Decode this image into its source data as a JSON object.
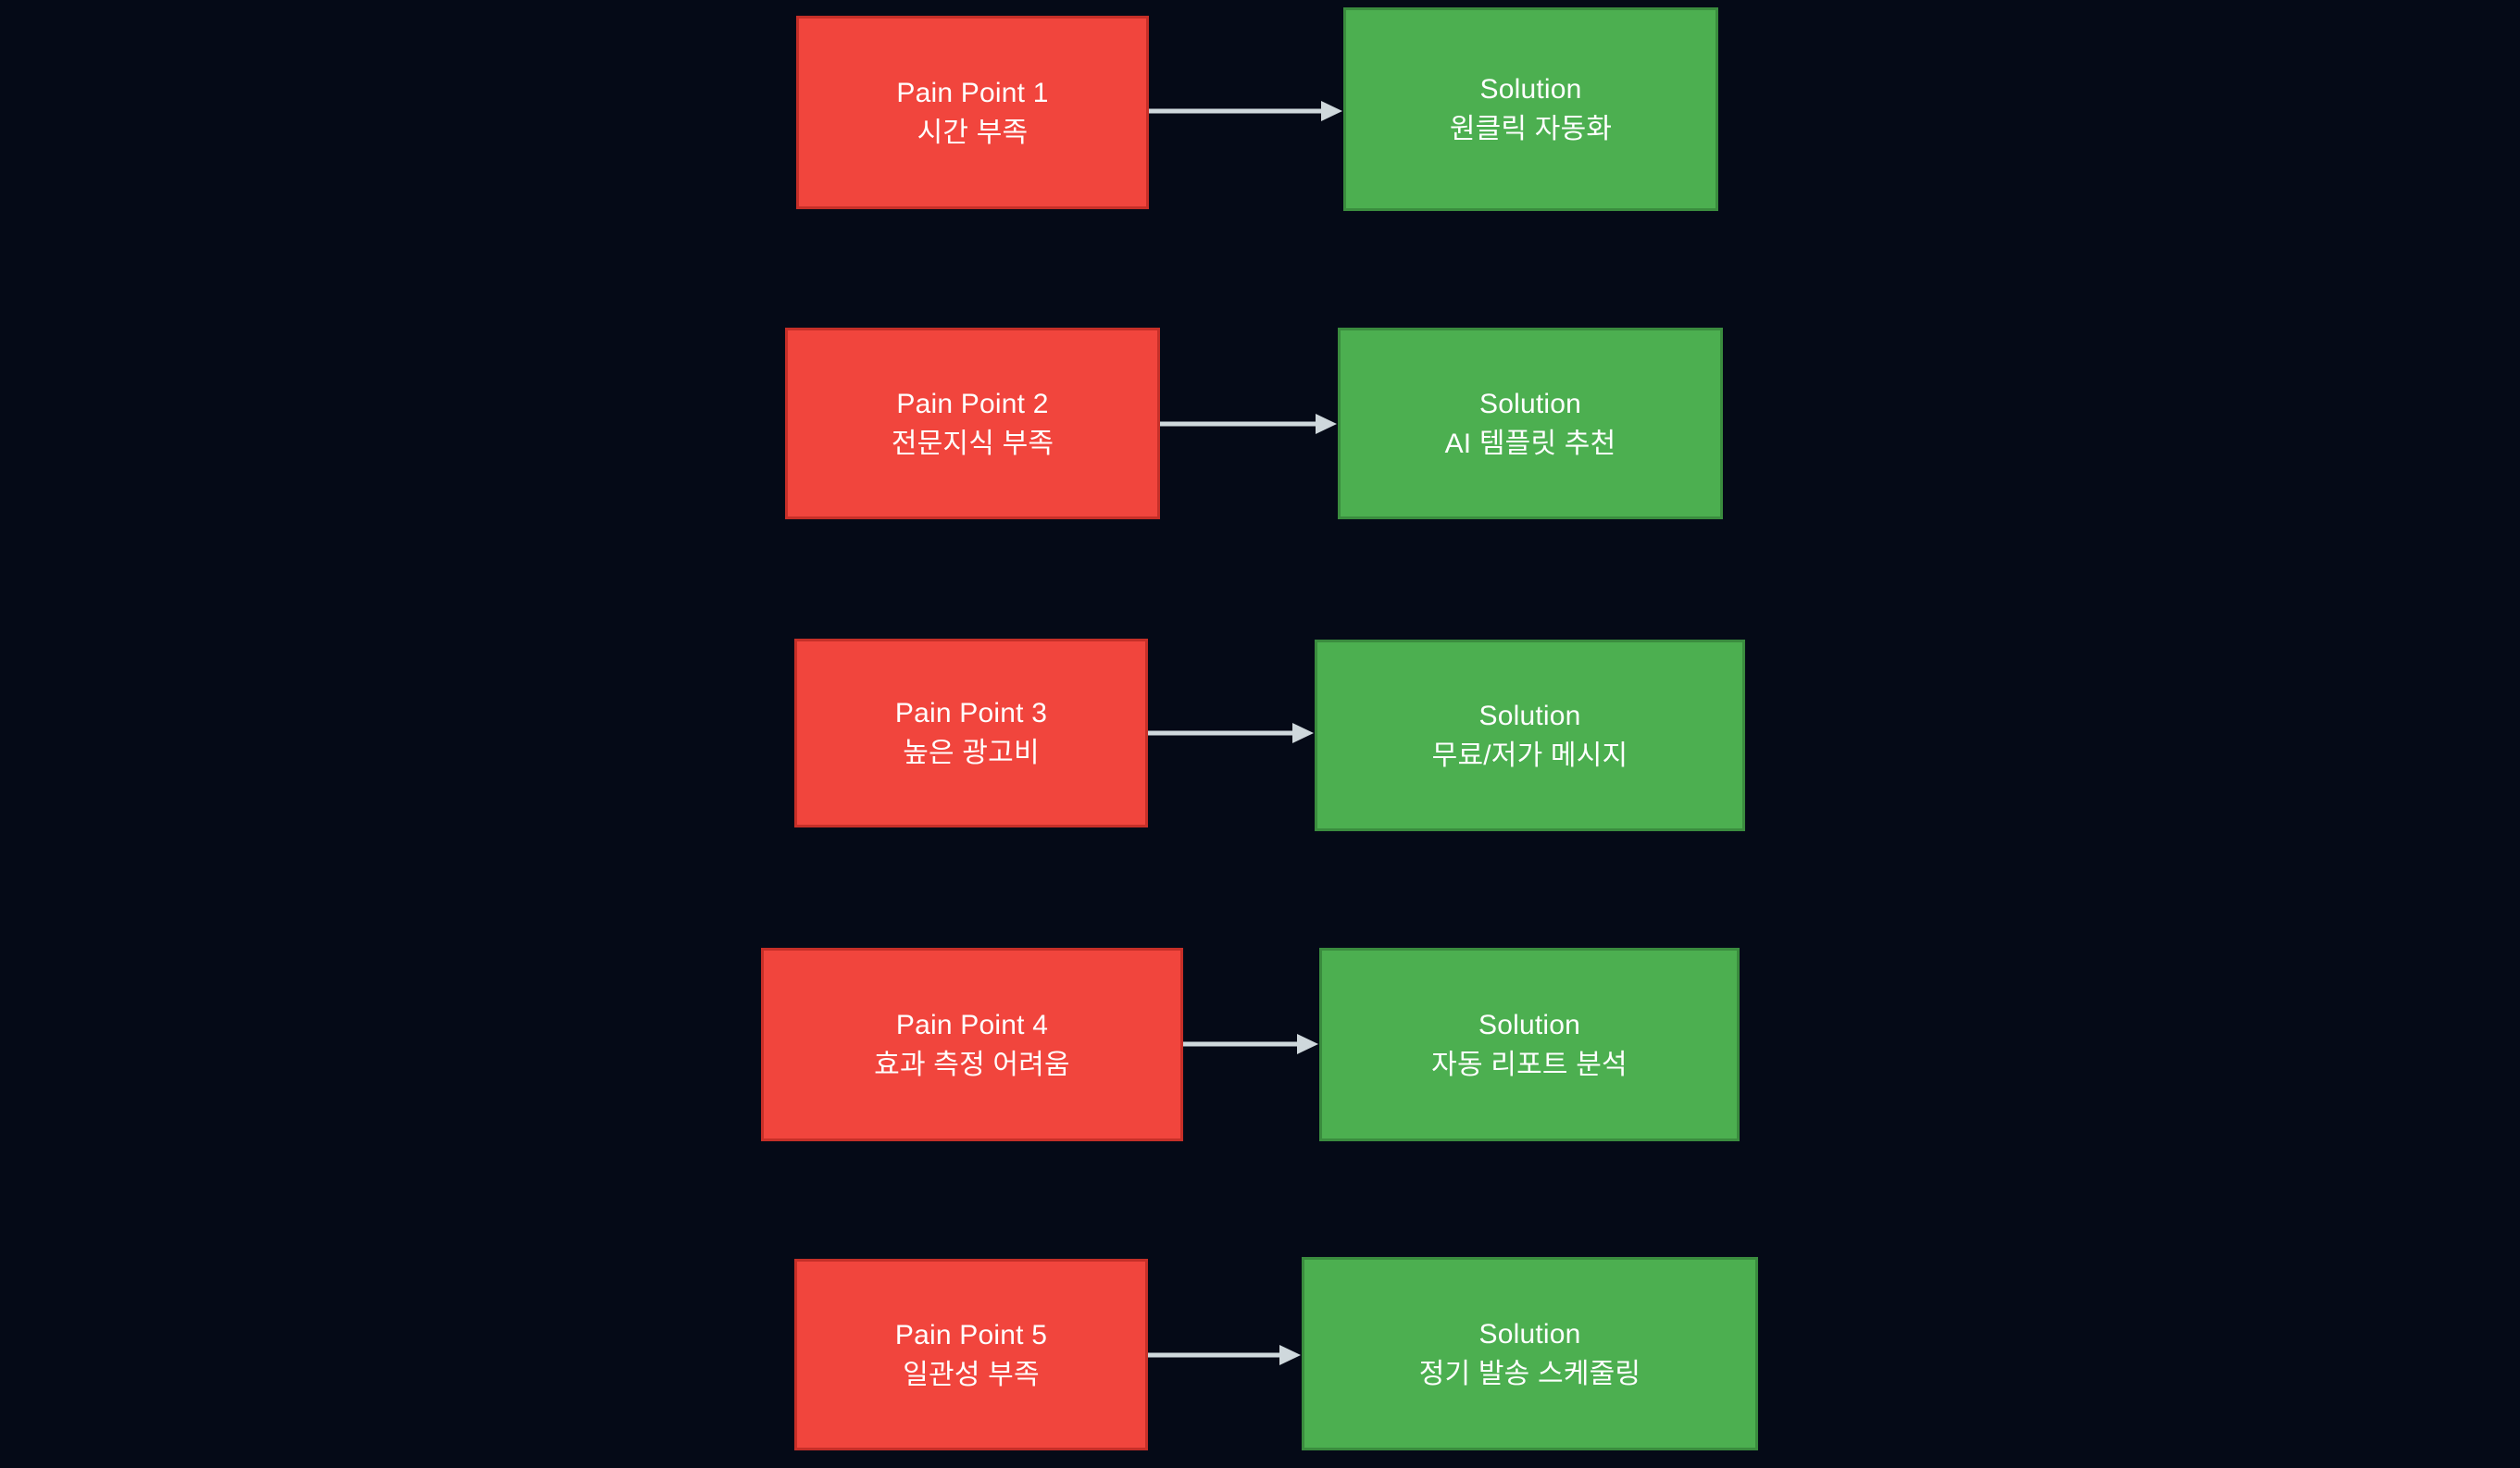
{
  "diagram": {
    "type": "flowchart",
    "orientation": "left-to-right-pairs",
    "background_color": "#050A17",
    "pain_color": "#F1453D",
    "pain_border_color": "#C62F28",
    "solution_color": "#4CAF50",
    "solution_border_color": "#3A8C3E",
    "arrow_color": "#CFD8DC",
    "text_color": "#FFFFFF",
    "rows": [
      {
        "pain": {
          "title": "Pain Point 1",
          "detail": "시간 부족"
        },
        "solution": {
          "title": "Solution",
          "detail": "원클릭 자동화"
        }
      },
      {
        "pain": {
          "title": "Pain Point 2",
          "detail": "전문지식 부족"
        },
        "solution": {
          "title": "Solution",
          "detail": "AI 템플릿 추천"
        }
      },
      {
        "pain": {
          "title": "Pain Point 3",
          "detail": "높은 광고비"
        },
        "solution": {
          "title": "Solution",
          "detail": "무료/저가 메시지"
        }
      },
      {
        "pain": {
          "title": "Pain Point 4",
          "detail": "효과 측정 어려움"
        },
        "solution": {
          "title": "Solution",
          "detail": "자동 리포트 분석"
        }
      },
      {
        "pain": {
          "title": "Pain Point 5",
          "detail": "일관성 부족"
        },
        "solution": {
          "title": "Solution",
          "detail": "정기 발송 스케줄링"
        }
      }
    ]
  }
}
